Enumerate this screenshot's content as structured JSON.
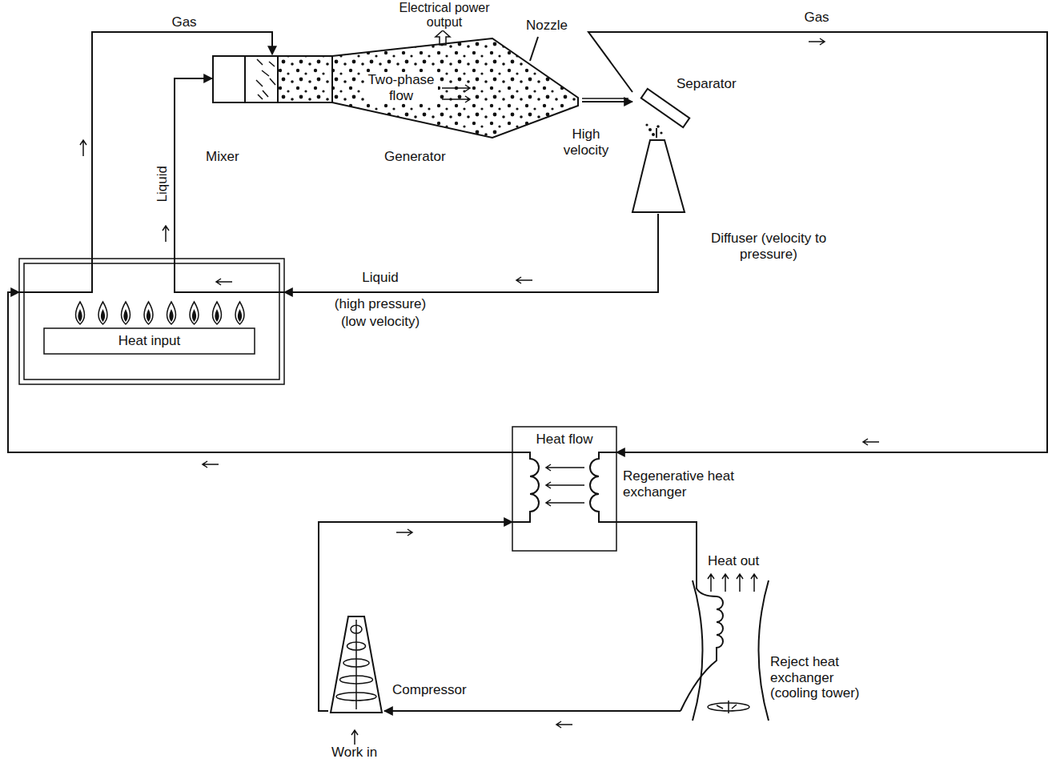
{
  "diagram": {
    "nodes": [
      {
        "text": [
          "Mixer"
        ]
      },
      {
        "text": [
          "Two-phase flow",
          "Generator"
        ]
      },
      {
        "text": [
          "Separator"
        ]
      },
      {
        "text": [
          "Diffuser (velocity to pressure)"
        ]
      },
      {
        "text": [
          "Heat input"
        ]
      },
      {
        "text": [
          "Heat flow",
          "Regenerative heat exchanger"
        ]
      },
      {
        "text": [
          "Heat out",
          "Reject heat exchanger (cooling tower)"
        ]
      },
      {
        "text": [
          "Compressor"
        ]
      }
    ],
    "edges": [
      {
        "from": 4,
        "to": 0,
        "label": "Gas",
        "arrow": "to"
      },
      {
        "from": 4,
        "to": 0,
        "label": "Liquid",
        "arrow": "to"
      },
      {
        "from": 1,
        "to": 2,
        "arrow": "to"
      },
      {
        "from": 2,
        "to": 3,
        "arrow": "none"
      },
      {
        "from": 3,
        "to": 4,
        "label": "Liquid",
        "arrow": "to"
      },
      {
        "from": 2,
        "to": 5,
        "label": "Gas",
        "arrow": "to"
      },
      {
        "from": 5,
        "to": 4,
        "arrow": "to"
      },
      {
        "from": 5,
        "to": 6,
        "arrow": "none"
      },
      {
        "from": 6,
        "to": 7,
        "arrow": "to"
      },
      {
        "from": 7,
        "to": 5,
        "arrow": "to"
      }
    ],
    "labels": [
      "Electrical power output",
      "Nozzle",
      "High velocity",
      "(high pressure)",
      "(low velocity)",
      "Work in"
    ]
  }
}
